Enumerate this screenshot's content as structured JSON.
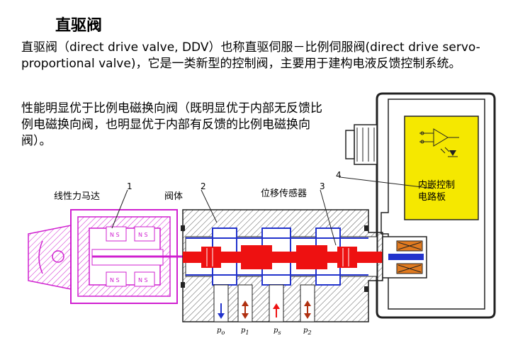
{
  "title": "直驱阀",
  "paragraph1": "直驱阀（direct drive valve, DDV）也称直驱伺服－比例伺服阀(direct drive servo-proportional valve)，它是一类新型的控制阀，主要用于建构电液反馈控制系统。",
  "paragraph2": "性能明显优于比例电磁换向阀（既明显优于内部无反馈比例电磁换向阀，也明显优于内部有反馈的比例电磁换向阀）。",
  "labels": {
    "motor": "线性力马达",
    "body": "阀体",
    "sensor": "位移传感器",
    "circuit_line1": "内嵌控制",
    "circuit_line2": "电路板"
  },
  "numbers": {
    "n1": "1",
    "n2": "2",
    "n3": "3",
    "n4": "4"
  },
  "ports": {
    "p0": "p",
    "p0_sub": "o",
    "p1": "p",
    "p1_sub": "1",
    "ps": "p",
    "ps_sub": "s",
    "p2": "p",
    "p2_sub": "2"
  },
  "magnet_text": "N S",
  "colors": {
    "magenta": "#d020d0",
    "body_fill": "#ffffff",
    "hatch": "#555555",
    "spool": "#ee1111",
    "channel": "#2233cc",
    "circuit_board": "#f5e800",
    "coil": "#e07a20"
  }
}
